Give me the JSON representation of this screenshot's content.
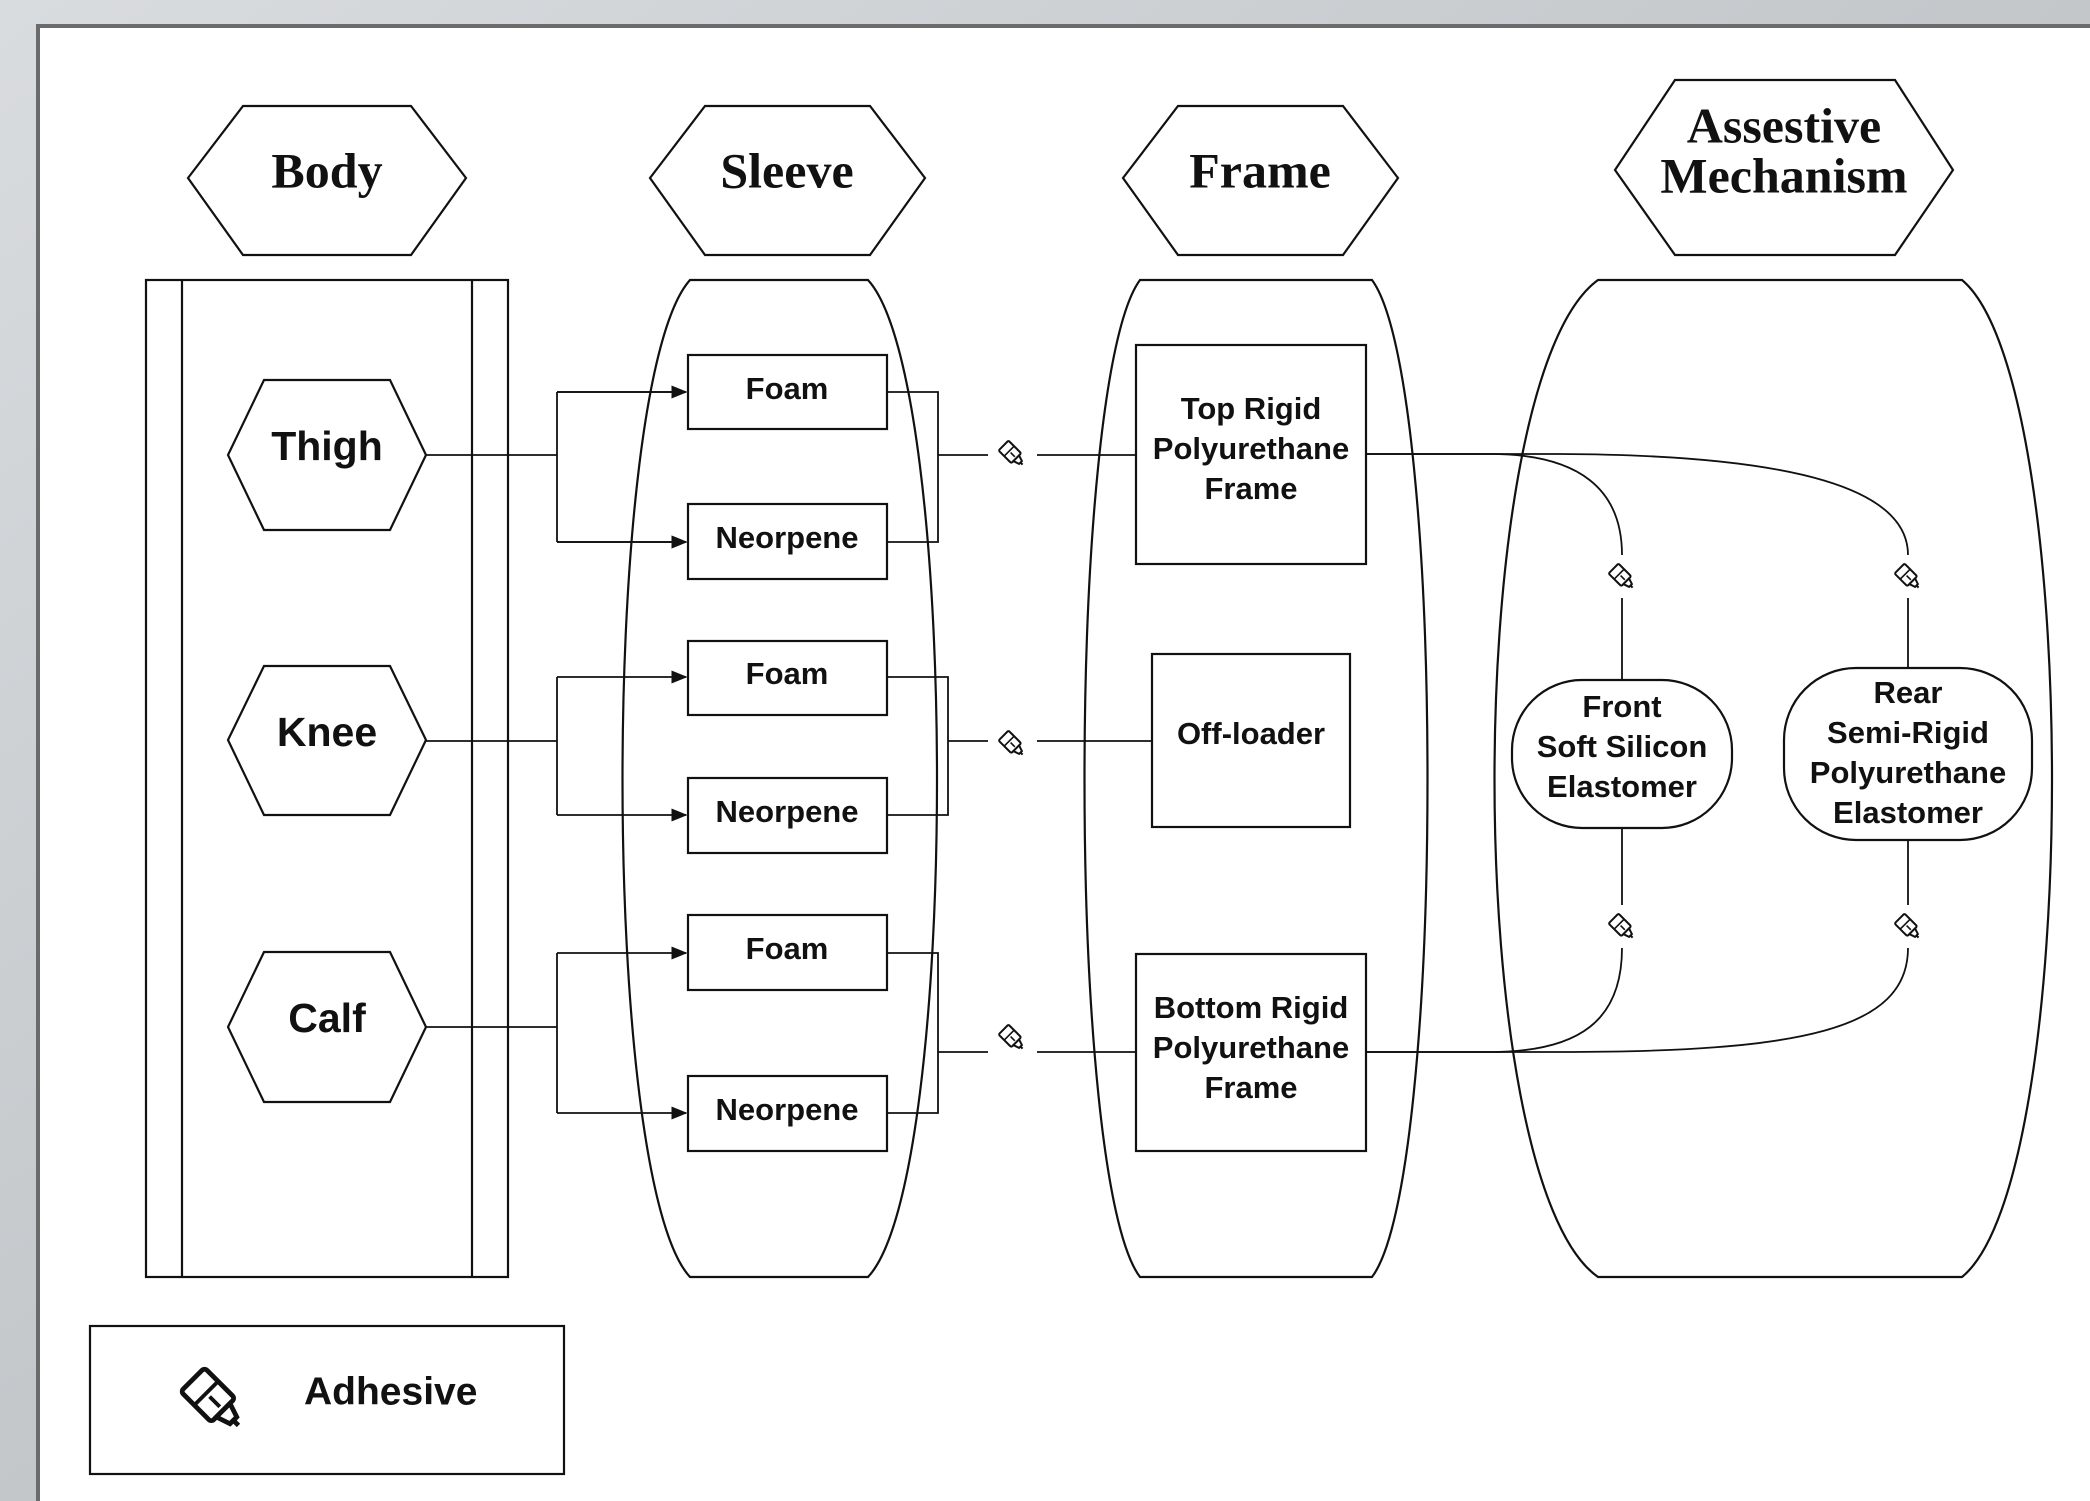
{
  "headers": {
    "body": "Body",
    "sleeve": "Sleeve",
    "frame": "Frame",
    "mechanism_line1": "Assestive",
    "mechanism_line2": "Mechanism"
  },
  "body_parts": {
    "thigh": "Thigh",
    "knee": "Knee",
    "calf": "Calf"
  },
  "sleeve_materials": {
    "thigh_foam": "Foam",
    "thigh_neoprene": "Neorpene",
    "knee_foam": "Foam",
    "knee_neoprene": "Neorpene",
    "calf_foam": "Foam",
    "calf_neoprene": "Neorpene"
  },
  "frame_parts": {
    "top": [
      "Top Rigid",
      "Polyurethane",
      "Frame"
    ],
    "middle": "Off-loader",
    "bottom": [
      "Bottom Rigid",
      "Polyurethane",
      "Frame"
    ]
  },
  "mechanism_parts": {
    "front": [
      "Front",
      "Soft Silicon",
      "Elastomer"
    ],
    "rear": [
      "Rear",
      "Semi-Rigid",
      "Polyurethane",
      "Elastomer"
    ]
  },
  "legend": {
    "adhesive_label": "Adhesive",
    "icon": "adhesive-glue-icon"
  }
}
